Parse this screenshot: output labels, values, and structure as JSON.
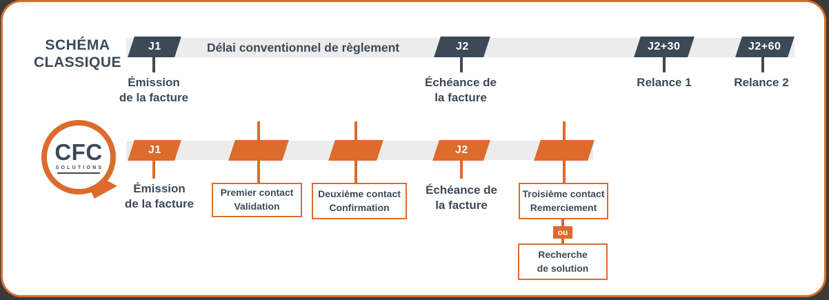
{
  "colors": {
    "orange": "#DC6B2C",
    "slate": "#3C4956",
    "track_gray": "#ECECEC"
  },
  "classic": {
    "title_line1": "SCHÉMA",
    "title_line2": "CLASSIQUE",
    "track_label": "Délai conventionnel de règlement",
    "milestones": [
      {
        "tag": "J1",
        "label_line1": "Émission",
        "label_line2": "de la facture"
      },
      {
        "tag": "J2",
        "label_line1": "Échéance de",
        "label_line2": "la facture"
      },
      {
        "tag": "J2+30",
        "label_line1": "Relance 1",
        "label_line2": ""
      },
      {
        "tag": "J2+60",
        "label_line1": "Relance 2",
        "label_line2": ""
      }
    ]
  },
  "cfc": {
    "logo": {
      "brand": "CFC",
      "subtitle": "SOLUTIONS"
    },
    "milestones": [
      {
        "tag": "J1",
        "label_line1": "Émission",
        "label_line2": "de la facture"
      },
      {
        "tag": "",
        "label_line1": "Premier contact",
        "label_line2": "Validation"
      },
      {
        "tag": "",
        "label_line1": "Deuxième contact",
        "label_line2": "Confirmation"
      },
      {
        "tag": "J2",
        "label_line1": "Échéance de",
        "label_line2": "la facture"
      },
      {
        "tag": "",
        "label_line1": "Troisième contact",
        "label_line2": "Remerciement"
      }
    ],
    "alternative": {
      "connector_label": "ou",
      "label_line1": "Recherche",
      "label_line2": "de solution"
    }
  }
}
